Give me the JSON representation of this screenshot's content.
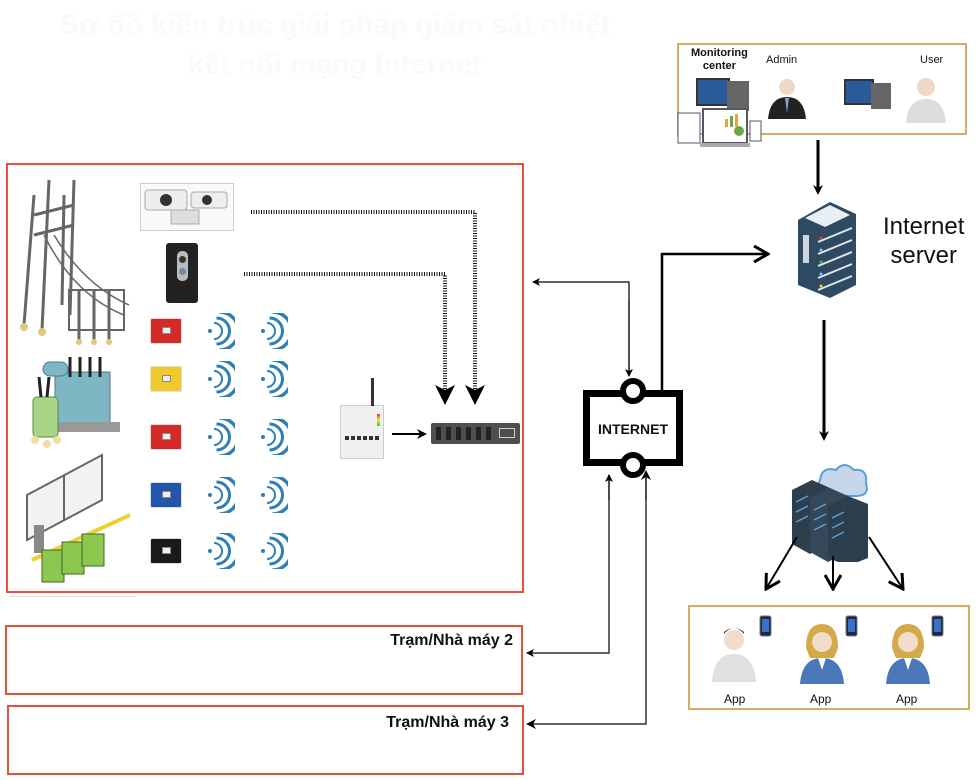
{
  "diagram": {
    "title_line1": "Sơ đồ kiến trúc giải pháp giám sát nhiệt",
    "title_line2": "kết nối mạng Internet",
    "monitoring": {
      "center_label_1": "Monitoring",
      "center_label_2": "center",
      "admin_label": "Admin",
      "user_label": "User"
    },
    "server": {
      "label_1": "Internet",
      "label_2": "server"
    },
    "internet_node": {
      "label": "INTERNET"
    },
    "stations": [
      {
        "label": ""
      },
      {
        "label": "Trạm/Nhà máy 2"
      },
      {
        "label": "Trạm/Nhà máy 3"
      }
    ],
    "sensors": [
      {
        "name": "sensor-red-1",
        "color": "#d42a2a"
      },
      {
        "name": "sensor-yellow",
        "color": "#f0c92a"
      },
      {
        "name": "sensor-red-2",
        "color": "#d42a2a"
      },
      {
        "name": "sensor-blue",
        "color": "#2455ad"
      },
      {
        "name": "sensor-black",
        "color": "#1a1a1a"
      }
    ],
    "apps": [
      {
        "label": "App",
        "person": "man"
      },
      {
        "label": "App",
        "person": "woman"
      },
      {
        "label": "App",
        "person": "woman"
      }
    ],
    "colors": {
      "station_border": "#e8503e",
      "panel_border": "#d6ad62",
      "server_body": "#2f4a63",
      "wifi": "#2f7fb5"
    }
  }
}
